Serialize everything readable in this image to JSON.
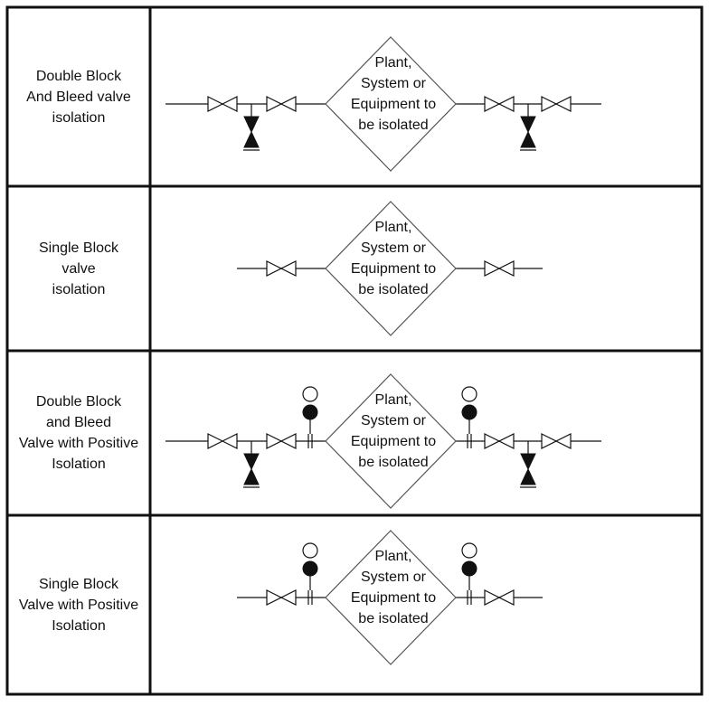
{
  "rows": [
    {
      "label": "Double Block\nAnd Bleed valve\nisolation",
      "type": "double-block-bleed",
      "positive_isolation": false
    },
    {
      "label": "Single Block\nvalve\nisolation",
      "type": "single-block",
      "positive_isolation": false
    },
    {
      "label": "Double Block\nand Bleed\nValve with Positive\nIsolation",
      "type": "double-block-bleed",
      "positive_isolation": true
    },
    {
      "label": "Single Block\nValve with Positive\nIsolation",
      "type": "single-block",
      "positive_isolation": true
    }
  ],
  "equipment_text": [
    "Plant,",
    "System or",
    "Equipment to",
    "be  isolated"
  ],
  "colors": {
    "line": "#111111",
    "diamond": "#555555",
    "background": "#ffffff"
  }
}
